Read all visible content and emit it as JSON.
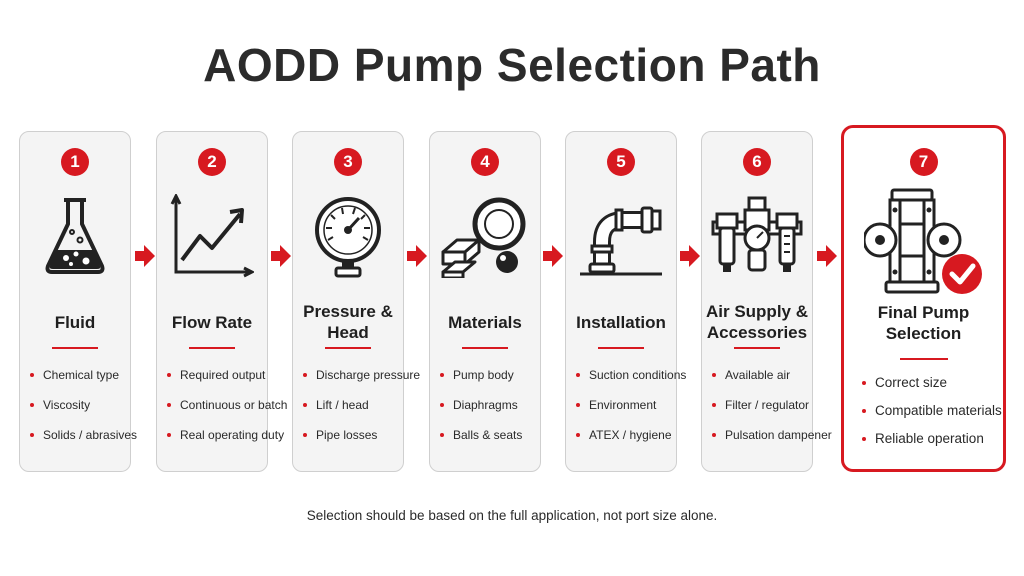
{
  "title": "AODD Pump Selection Path",
  "accent_color": "#d71920",
  "steps": [
    {
      "number": "1",
      "title": "Fluid",
      "icon": "flask-icon",
      "bullets": [
        "Chemical type",
        "Viscosity",
        "Solids / abrasives"
      ]
    },
    {
      "number": "2",
      "title": "Flow Rate",
      "icon": "trend-chart-icon",
      "bullets": [
        "Required output",
        "Continuous or batch",
        "Real operating duty"
      ]
    },
    {
      "number": "3",
      "title": "Pressure & Head",
      "icon": "pressure-gauge-icon",
      "bullets": [
        "Discharge pressure",
        "Lift / head",
        "Pipe losses"
      ]
    },
    {
      "number": "4",
      "title": "Materials",
      "icon": "material-samples-icon",
      "bullets": [
        "Pump body",
        "Diaphragms",
        "Balls & seats"
      ]
    },
    {
      "number": "5",
      "title": "Installation",
      "icon": "pipe-elbow-icon",
      "bullets": [
        "Suction conditions",
        "Environment",
        "ATEX / hygiene"
      ]
    },
    {
      "number": "6",
      "title": "Air Supply & Accessories",
      "icon": "air-regulator-icon",
      "bullets": [
        "Available air",
        "Filter / regulator",
        "Pulsation dampener"
      ]
    },
    {
      "number": "7",
      "title": "Final Pump Selection",
      "icon": "diaphragm-pump-icon",
      "bullets": [
        "Correct size",
        "Compatible materials",
        "Reliable operation"
      ]
    }
  ],
  "footer": "Selection should be based on the full application, not port size alone."
}
